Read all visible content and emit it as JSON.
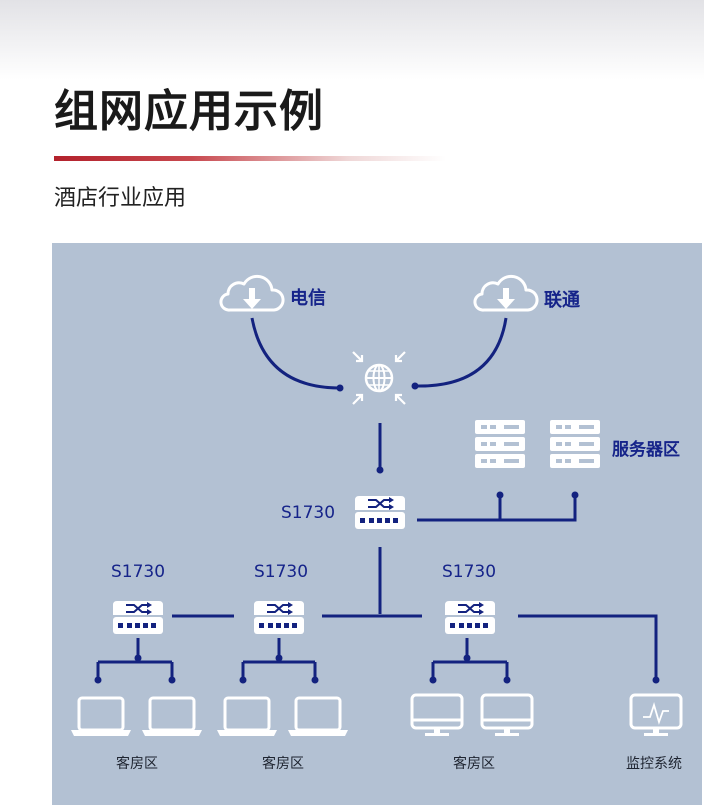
{
  "page": {
    "title": "组网应用示例",
    "subtitle": "酒店行业应用"
  },
  "diagram": {
    "isp_telecom": "电信",
    "isp_unicom": "联通",
    "server_area": "服务器区",
    "core_switch": "S1730",
    "switch_left": "S1730",
    "switch_middle": "S1730",
    "switch_right": "S1730",
    "zone_1": "客房区",
    "zone_2": "客房区",
    "zone_3": "客房区",
    "zone_monitor": "监控系统"
  },
  "colors": {
    "line": "#13227f",
    "panel": "#b3c1d3",
    "icon_fill": "#ffffff",
    "accent_red": "#b3212c"
  }
}
